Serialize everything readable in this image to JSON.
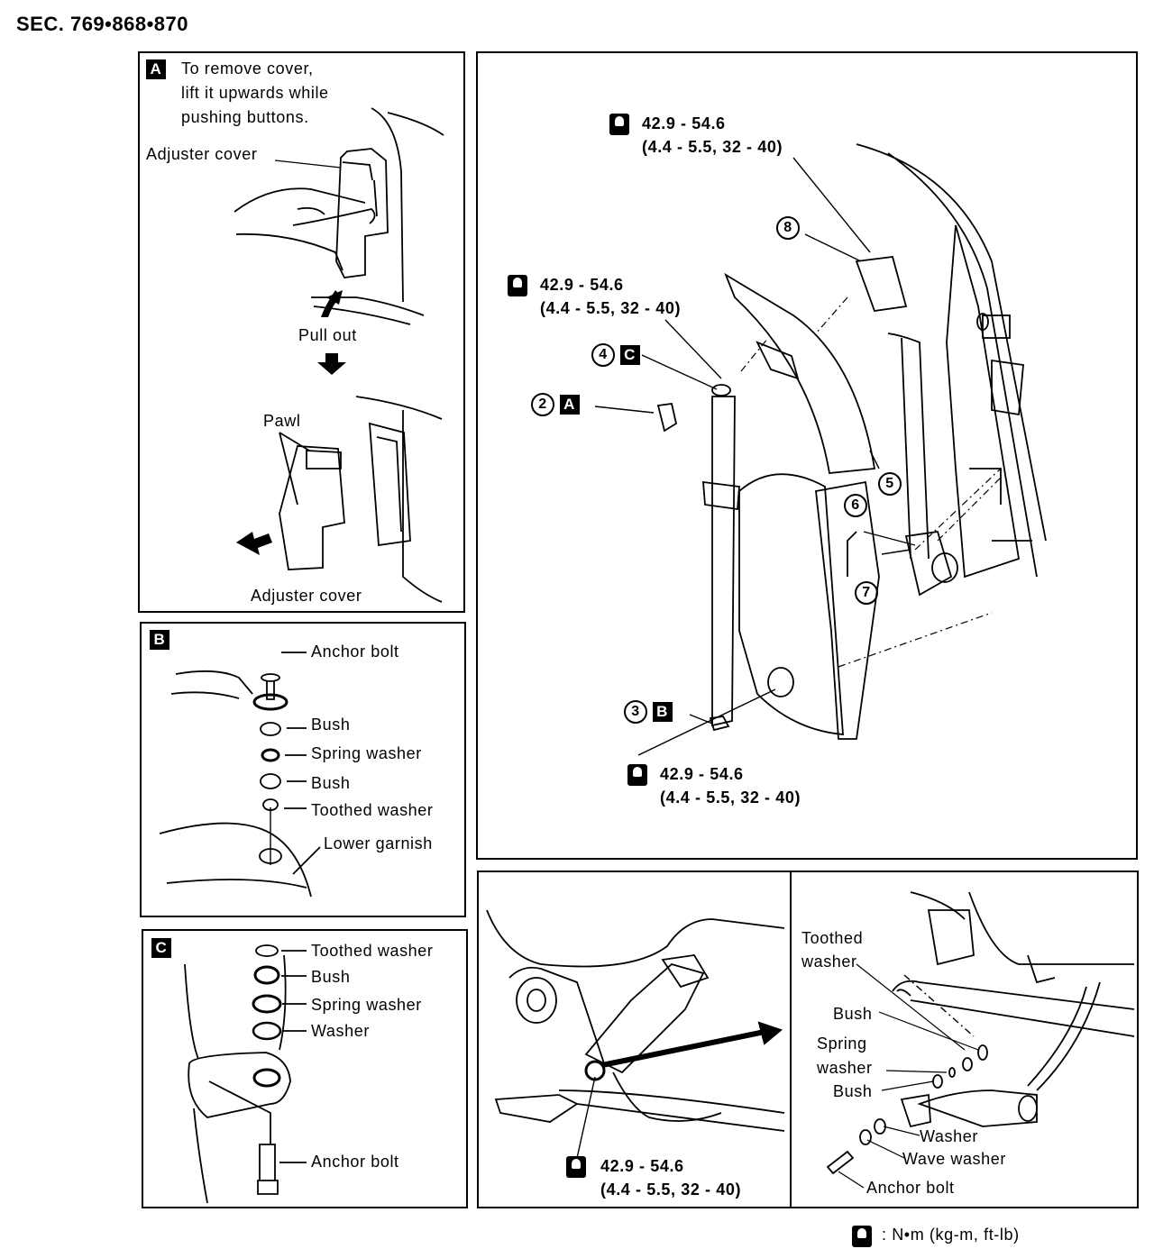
{
  "section": "SEC. 769•868•870",
  "panel_a": {
    "badge": "A",
    "instruction": [
      "To remove cover,",
      "lift it upwards while",
      "pushing buttons."
    ],
    "adjuster_cover_top": "Adjuster cover",
    "pull_out": "Pull out",
    "pawl": "Pawl",
    "adjuster_cover_bottom": "Adjuster cover"
  },
  "panel_b": {
    "badge": "B",
    "labels": [
      "Anchor bolt",
      "Bush",
      "Spring washer",
      "Bush",
      "Toothed washer",
      "Lower garnish"
    ]
  },
  "panel_c": {
    "badge": "C",
    "labels": [
      "Toothed washer",
      "Bush",
      "Spring washer",
      "Washer",
      "Anchor bolt"
    ]
  },
  "main": {
    "torque_top": [
      "42.9 - 54.6",
      "(4.4 - 5.5, 32 - 40)"
    ],
    "torque_mid": [
      "42.9 - 54.6",
      "(4.4 - 5.5, 32 - 40)"
    ],
    "torque_bottom": [
      "42.9 - 54.6",
      "(4.4 - 5.5, 32 - 40)"
    ],
    "parts": {
      "p2": "2",
      "p2_ref": "A",
      "p3": "3",
      "p3_ref": "B",
      "p4": "4",
      "p4_ref": "C",
      "p5": "5",
      "p6": "6",
      "p7": "7",
      "p8": "8"
    }
  },
  "bottom_left": {
    "torque": [
      "42.9 - 54.6",
      "(4.4 - 5.5, 32 - 40)"
    ]
  },
  "bottom_right": {
    "labels": {
      "toothed_washer": [
        "Toothed",
        "washer"
      ],
      "bush_top": "Bush",
      "spring_washer": [
        "Spring",
        "washer"
      ],
      "bush_bottom": "Bush",
      "washer": "Washer",
      "wave_washer": "Wave washer",
      "anchor_bolt": "Anchor bolt"
    }
  },
  "legend": ": N•m (kg-m, ft-lb)"
}
